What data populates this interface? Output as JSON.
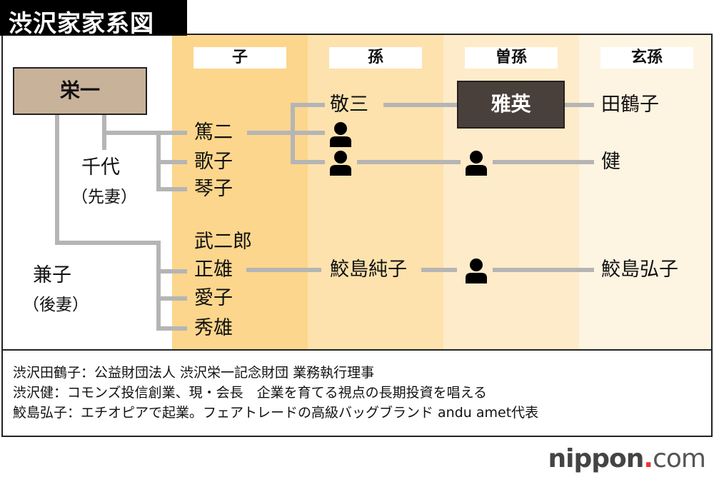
{
  "title": "渋沢家家系図",
  "headers": [
    "子",
    "孫",
    "曽孫",
    "玄孫"
  ],
  "colors": {
    "col1": "#fcd68c",
    "col2": "#fde2ad",
    "col3": "#feebc9",
    "col4": "#fef4e2",
    "line": "#b5b5b5",
    "root": "#c9b29a",
    "highlight": "#4a403b"
  },
  "root": "栄一",
  "wife1": {
    "name": "千代",
    "note": "（先妻）"
  },
  "wife2": {
    "name": "兼子",
    "note": "（後妻）"
  },
  "children": [
    "篤二",
    "歌子",
    "琴子",
    "武二郎",
    "正雄",
    "愛子",
    "秀雄"
  ],
  "grandchildren": [
    "敬三",
    "鮫島純子"
  ],
  "great_grandchildren": [
    "雅英"
  ],
  "great_great_grandchildren": [
    "田鶴子",
    "健",
    "鮫島弘子"
  ],
  "icons": [
    "person-icon"
  ],
  "notes": [
    "渋沢田鶴子：公益財団法人 渋沢栄一記念財団 業務執行理事",
    "渋沢健：コモンズ投信創業、現・会長　企業を育てる視点の長期投資を唱える",
    "鮫島弘子：エチオピアで起業。フェアトレードの高級バッグブランド andu amet代表"
  ],
  "logo": {
    "name": "nippon",
    "dot": ".",
    "tld": "com"
  }
}
